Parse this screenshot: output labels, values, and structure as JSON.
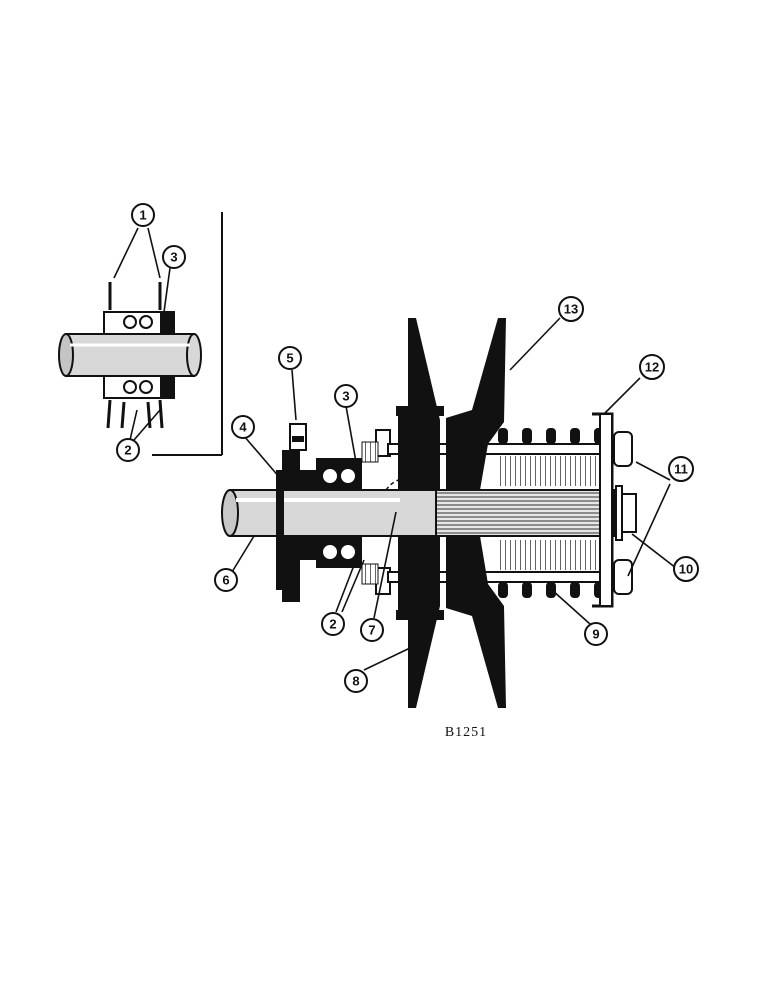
{
  "figure_id": "B1251",
  "callouts": {
    "inset": {
      "c1": "1",
      "c2": "2",
      "c3": "3"
    },
    "main": {
      "c2": "2",
      "c3": "3",
      "c4": "4",
      "c5": "5",
      "c6": "6",
      "c7": "7",
      "c8": "8",
      "c9": "9",
      "c10": "10",
      "c11": "11",
      "c12": "12",
      "c13": "13"
    }
  },
  "colors": {
    "ink": "#111111",
    "paper": "#ffffff",
    "shaft": "#d8d8d8"
  }
}
